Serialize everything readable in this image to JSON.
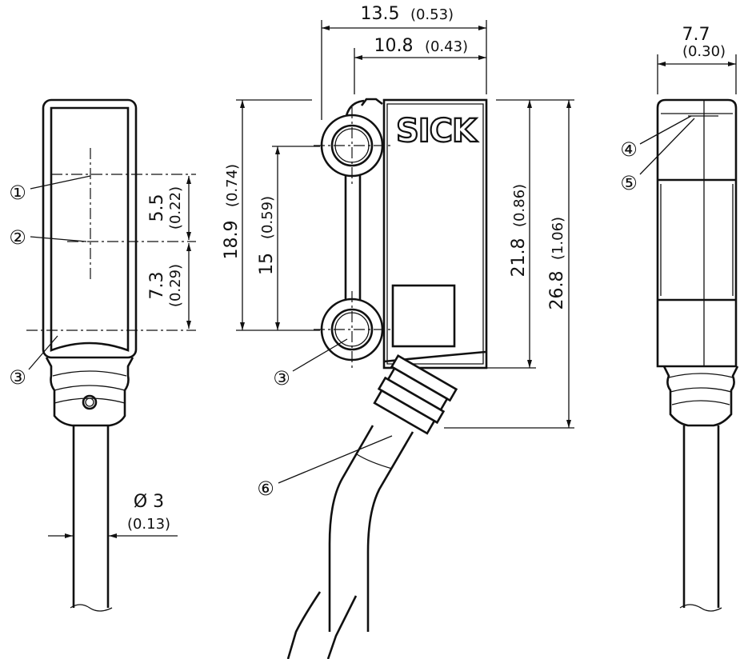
{
  "logo": "SICK",
  "dimensions": {
    "width_total": {
      "mm": "13.5",
      "in": "(0.53)"
    },
    "width_body": {
      "mm": "10.8",
      "in": "(0.43)"
    },
    "depth": {
      "mm": "7.7",
      "in": "(0.30)"
    },
    "height_mount": {
      "mm": "18.9",
      "in": "(0.74)"
    },
    "hole_spacing": {
      "mm": "15",
      "in": "(0.59)"
    },
    "height_body": {
      "mm": "21.8",
      "in": "(0.86)"
    },
    "height_total": {
      "mm": "26.8",
      "in": "(1.06)"
    },
    "optical_axis_spacing": {
      "mm": "5.5",
      "in": "(0.22)"
    },
    "axis_to_hole": {
      "mm": "7.3",
      "in": "(0.29)"
    },
    "cable_diameter": {
      "mm": "Ø 3",
      "in": "(0.13)"
    }
  },
  "callouts": [
    "①",
    "②",
    "③",
    "④",
    "⑤",
    "⑥"
  ],
  "arrow_color": "#111111"
}
